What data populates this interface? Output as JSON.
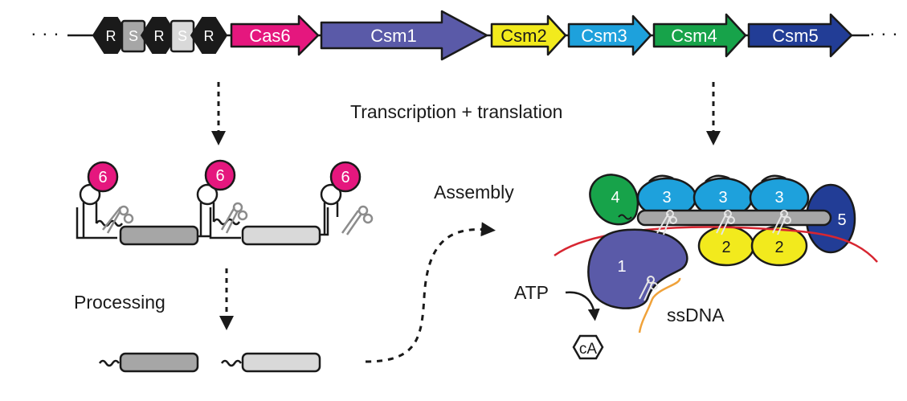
{
  "operon": {
    "left_dots": "· · ·",
    "right_dots": "· · ·",
    "array": [
      {
        "type": "repeat",
        "label": "R",
        "color": "#1a1a1a"
      },
      {
        "type": "spacer",
        "label": "S",
        "color": "#a6a6a6"
      },
      {
        "type": "repeat",
        "label": "R",
        "color": "#1a1a1a"
      },
      {
        "type": "spacer",
        "label": "S",
        "color": "#d9d9d9"
      },
      {
        "type": "repeat",
        "label": "R",
        "color": "#1a1a1a"
      }
    ],
    "genes": [
      {
        "name": "Cas6",
        "color": "#e5177e",
        "text_color": "#ffffff"
      },
      {
        "name": "Csm1",
        "color": "#5a5aa8",
        "text_color": "#ffffff"
      },
      {
        "name": "Csm2",
        "color": "#f2ea1d",
        "text_color": "#1a1a1a"
      },
      {
        "name": "Csm3",
        "color": "#1ea1dc",
        "text_color": "#ffffff"
      },
      {
        "name": "Csm4",
        "color": "#17a34a",
        "text_color": "#ffffff"
      },
      {
        "name": "Csm5",
        "color": "#223d96",
        "text_color": "#ffffff"
      }
    ]
  },
  "labels": {
    "transcription": "Transcription + translation",
    "processing": "Processing",
    "assembly": "Assembly",
    "atp": "ATP",
    "ca": "cA",
    "ssdna": "ssDNA"
  },
  "pre_crrna": {
    "cas6_label": "6",
    "cas6_color": "#e5177e"
  },
  "complex": {
    "csm1": {
      "label": "1",
      "color": "#5a5aa8"
    },
    "csm2": {
      "label": "2",
      "color": "#f2ea1d"
    },
    "csm3": {
      "label": "3",
      "color": "#1ea1dc"
    },
    "csm4": {
      "label": "4",
      "color": "#17a34a"
    },
    "csm5": {
      "label": "5",
      "color": "#223d96"
    },
    "target_rna_color": "#d72631",
    "ssdna_color": "#f0a23a",
    "crrna_color": "#a6a6a6"
  },
  "colors": {
    "spacer_dark": "#a6a6a6",
    "spacer_light": "#d9d9d9",
    "outline": "#1a1a1a",
    "scissors": "#8c8c8c"
  }
}
